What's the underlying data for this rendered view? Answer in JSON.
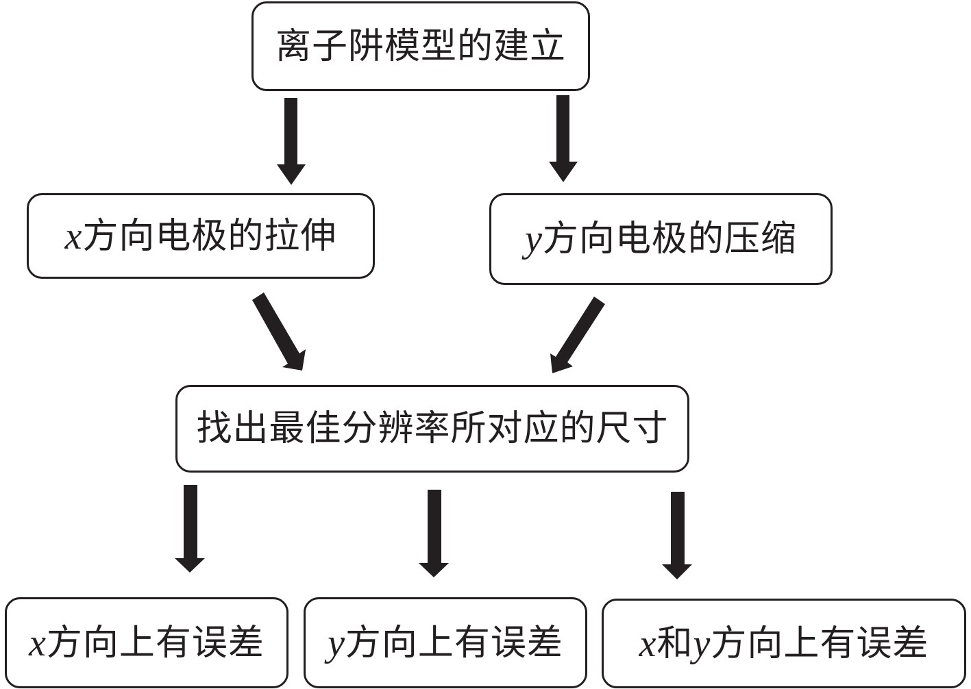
{
  "diagram": {
    "type": "flowchart",
    "nodes": {
      "root": {
        "text": "离子阱模型的建立"
      },
      "x_stretch": {
        "var": "x",
        "text": "方向电极的拉伸"
      },
      "y_compress": {
        "var": "y",
        "text": "方向电极的压缩"
      },
      "optimal": {
        "text": "找出最佳分辨率所对应的尺寸"
      },
      "x_error": {
        "var": "x",
        "text": "方向上有误差"
      },
      "y_error": {
        "var": "y",
        "text": "方向上有误差"
      },
      "xy_error": {
        "var1": "x",
        "conj": "和",
        "var2": "y",
        "text": "方向上有误差"
      }
    },
    "edges": [
      {
        "from": "root",
        "to": "x_stretch"
      },
      {
        "from": "root",
        "to": "y_compress"
      },
      {
        "from": "x_stretch",
        "to": "optimal"
      },
      {
        "from": "y_compress",
        "to": "optimal"
      },
      {
        "from": "optimal",
        "to": "x_error"
      },
      {
        "from": "optimal",
        "to": "y_error"
      },
      {
        "from": "optimal",
        "to": "xy_error"
      }
    ],
    "colors": {
      "stroke": "#231f20",
      "background": "#ffffff"
    }
  }
}
